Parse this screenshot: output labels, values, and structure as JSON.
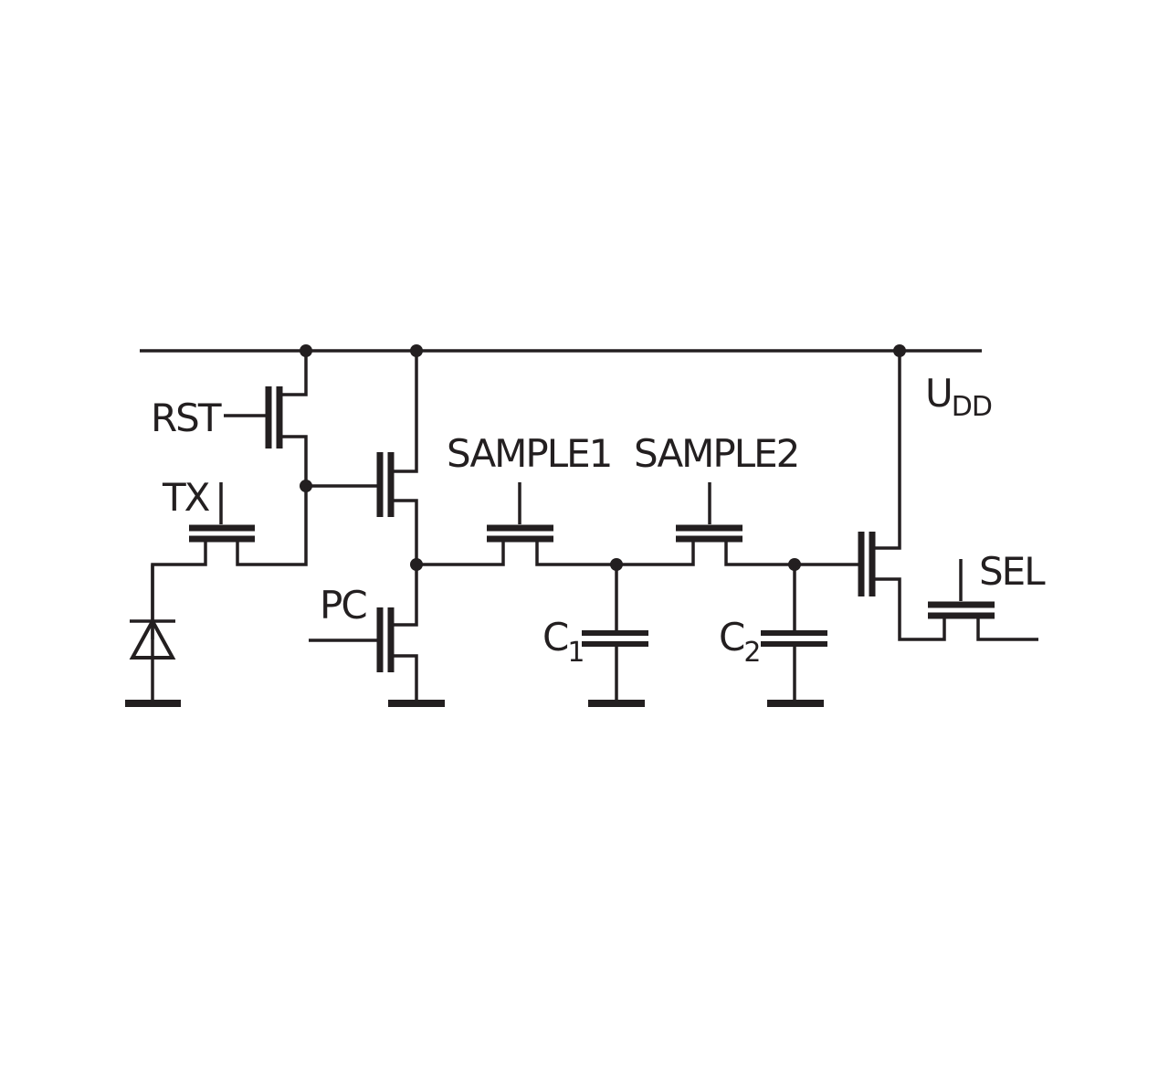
{
  "labels": {
    "rst": "RST",
    "tx": "TX",
    "pc": "PC",
    "sample1": "SAMPLE1",
    "sample2": "SAMPLE2",
    "sel": "SEL",
    "udd_main": "U",
    "udd_sub": "DD",
    "c1_main": "C",
    "c1_sub": "1",
    "c2_main": "C",
    "c2_sub": "2"
  },
  "colors": {
    "ink": "#231f20",
    "background": "#ffffff"
  }
}
